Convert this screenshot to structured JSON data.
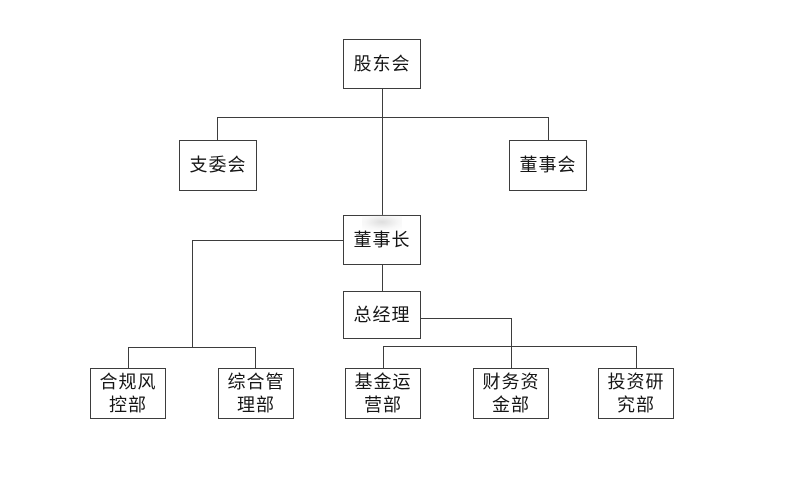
{
  "diagram": {
    "type": "org-chart",
    "background_color": "#ffffff",
    "line_color": "#3d3d3d",
    "text_color": "#161616",
    "nodes": [
      {
        "id": "shareholders-meeting",
        "label": "股东会"
      },
      {
        "id": "branch-committee",
        "label": "支委会"
      },
      {
        "id": "board-of-directors",
        "label": "董事会"
      },
      {
        "id": "chairman",
        "label": "董事长"
      },
      {
        "id": "general-manager",
        "label": "总经理"
      },
      {
        "id": "compliance-risk-dept",
        "label": "合规风\n控部"
      },
      {
        "id": "general-management-dept",
        "label": "综合管\n理部"
      },
      {
        "id": "fund-operations-dept",
        "label": "基金运\n营部"
      },
      {
        "id": "finance-treasury-dept",
        "label": "财务资\n金部"
      },
      {
        "id": "investment-research-dept",
        "label": "投资研\n究部"
      }
    ],
    "edges": [
      {
        "from": "股东会",
        "to": "支委会"
      },
      {
        "from": "股东会",
        "to": "董事会"
      },
      {
        "from": "股东会",
        "to": "董事长"
      },
      {
        "from": "董事长",
        "to": "合规风控部"
      },
      {
        "from": "董事长",
        "to": "综合管理部"
      },
      {
        "from": "董事长",
        "to": "总经理"
      },
      {
        "from": "总经理",
        "to": "基金运营部"
      },
      {
        "from": "总经理",
        "to": "财务资金部"
      },
      {
        "from": "总经理",
        "to": "投资研究部"
      }
    ]
  }
}
